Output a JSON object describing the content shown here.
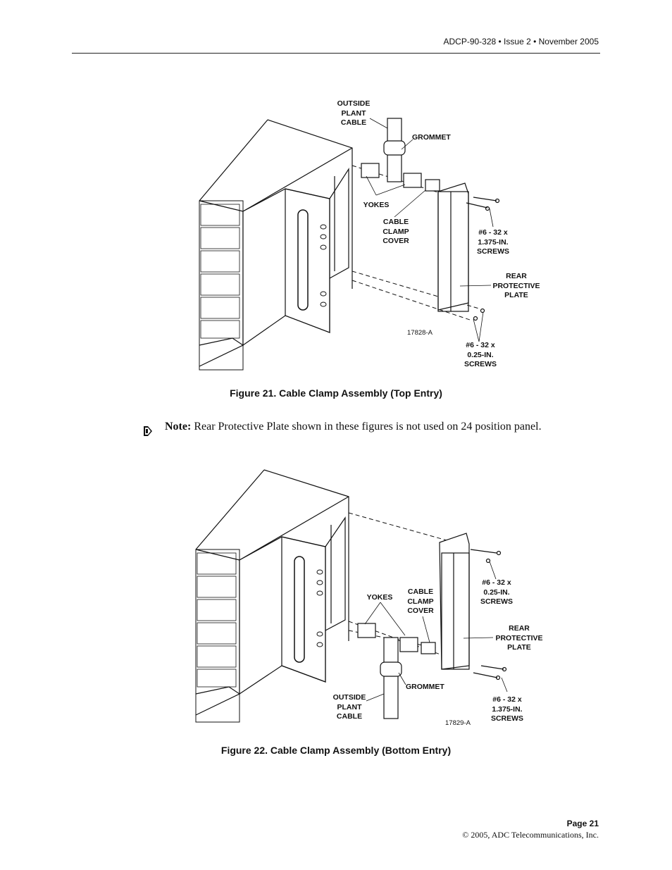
{
  "header": {
    "doc_ref": "ADCP-90-328 • Issue 2 • November 2005"
  },
  "figure21": {
    "labels": {
      "outside_plant_cable": "OUTSIDE\nPLANT\nCABLE",
      "grommet": "GROMMET",
      "yokes": "YOKES",
      "cable_clamp_cover": "CABLE\nCLAMP\nCOVER",
      "screws_long": "#6 - 32 x\n1.375-IN.\nSCREWS",
      "rear_protective_plate": "REAR\nPROTECTIVE\nPLATE",
      "screws_short": "#6 - 32 x\n0.25-IN.\nSCREWS"
    },
    "code": "17828-A",
    "caption": "Figure 21. Cable Clamp Assembly (Top Entry)"
  },
  "note": {
    "label": "Note:",
    "text": "Rear Protective Plate shown in these figures is not used on 24 position panel."
  },
  "figure22": {
    "labels": {
      "screws_short": "#6 - 32 x\n0.25-IN.\nSCREWS",
      "yokes": "YOKES",
      "cable_clamp_cover": "CABLE\nCLAMP\nCOVER",
      "rear_protective_plate": "REAR\nPROTECTIVE\nPLATE",
      "grommet": "GROMMET",
      "outside_plant_cable": "OUTSIDE\nPLANT\nCABLE",
      "screws_long": "#6 - 32 x\n1.375-IN.\nSCREWS"
    },
    "code": "17829-A",
    "caption": "Figure 22. Cable Clamp Assembly (Bottom Entry)"
  },
  "footer": {
    "page": "Page 21",
    "copyright": "© 2005, ADC Telecommunications, Inc."
  },
  "icons": {
    "note_pointer": "pointing-hand-icon"
  }
}
